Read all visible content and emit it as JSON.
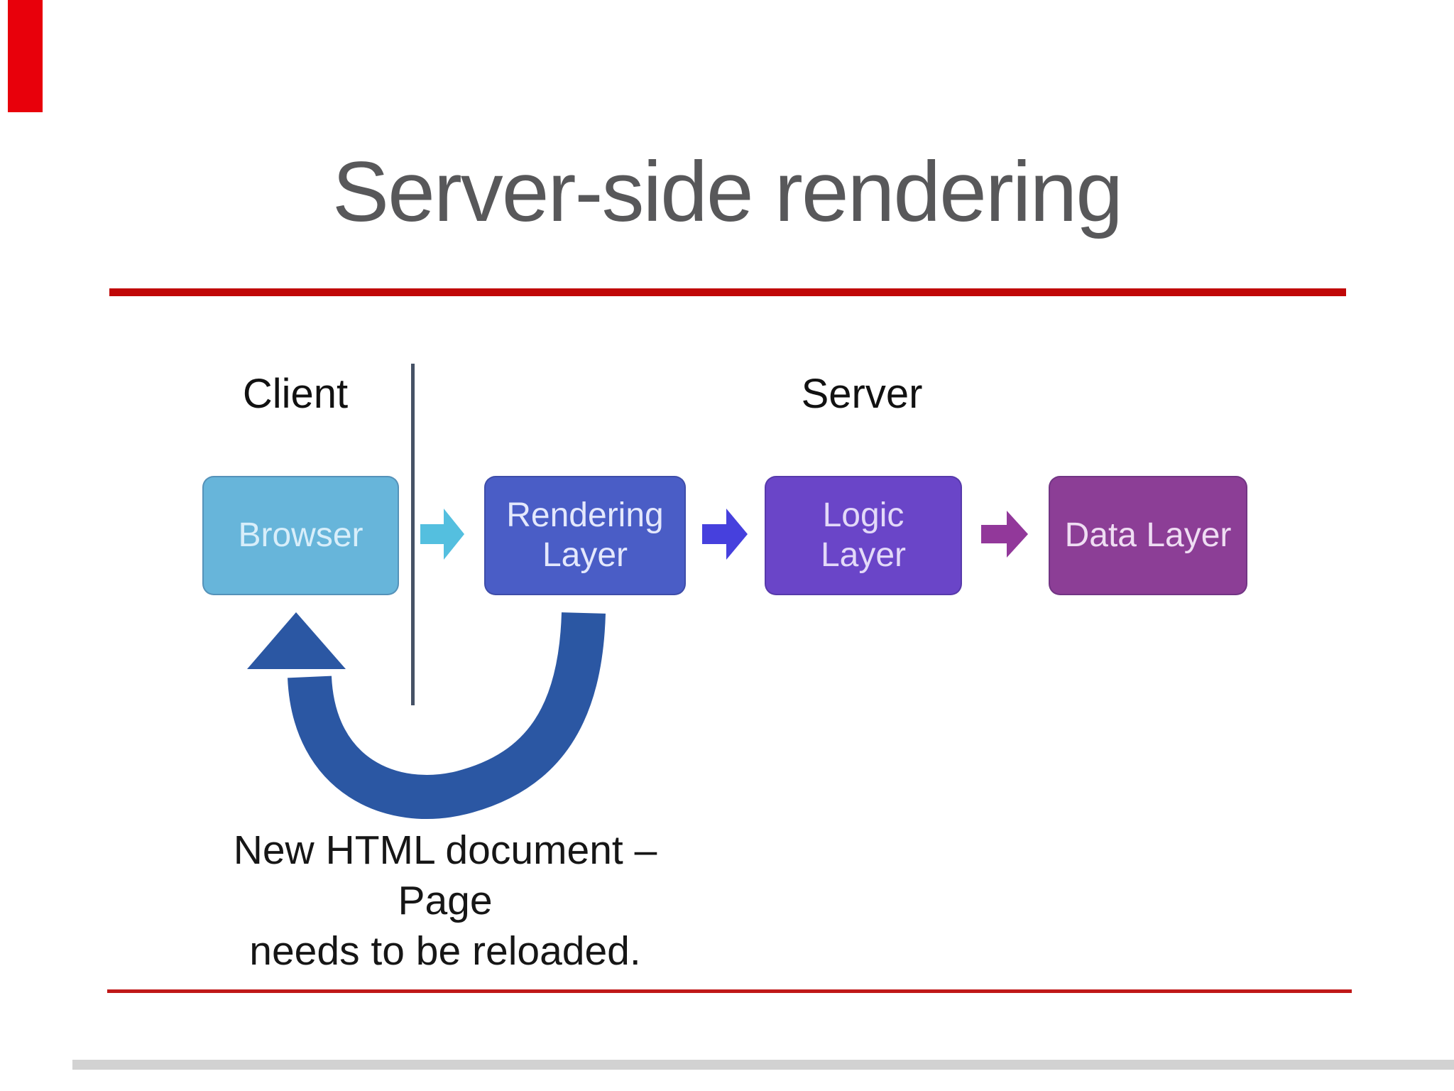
{
  "slide": {
    "title": "Server-side rendering",
    "client_label": "Client",
    "server_label": "Server",
    "caption_line1": "New HTML document – Page",
    "caption_line2": "needs to be reloaded."
  },
  "boxes": {
    "browser": {
      "label": "Browser",
      "fill": "#67b5da",
      "text_color": "#d8eefa"
    },
    "rendering": {
      "line1": "Rendering",
      "line2": "Layer",
      "fill": "#4a5dc6",
      "text_color": "#e4e8fc"
    },
    "logic": {
      "line1": "Logic",
      "line2": "Layer",
      "fill": "#6a45c8",
      "text_color": "#e3d9f8"
    },
    "data": {
      "label": "Data Layer",
      "fill": "#8c3e96",
      "text_color": "#efddf3"
    }
  },
  "arrows": {
    "browser_to_rendering": {
      "fill": "#54bfdf"
    },
    "rendering_to_logic": {
      "fill": "#4640dd"
    },
    "logic_to_data": {
      "fill": "#92389a"
    },
    "return_arrow": {
      "color": "#2b57a3"
    }
  },
  "accents": {
    "corner_bar": "#e8000b",
    "title_rule": "#c00707",
    "title_color": "#58585a",
    "divider": "#465266",
    "caption_color": "#161616",
    "footer_rule": "#c01818",
    "footer_bar": "#d2d2d2"
  }
}
